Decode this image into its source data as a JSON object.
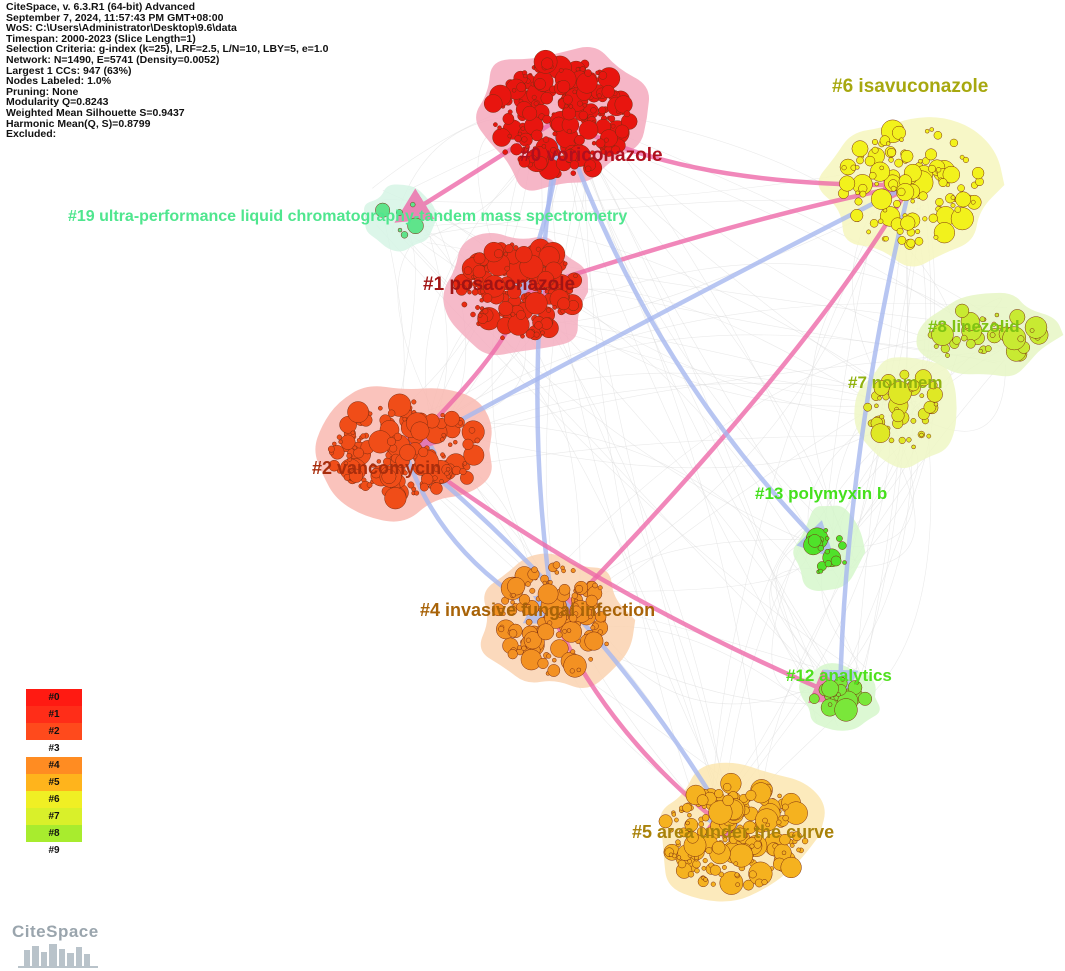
{
  "meta_lines": [
    "CiteSpace, v. 6.3.R1 (64-bit) Advanced",
    "September 7, 2024, 11:57:43 PM GMT+08:00",
    "WoS: C:\\Users\\Administrator\\Desktop\\9.6\\data",
    "Timespan: 2000-2023 (Slice Length=1)",
    "Selection Criteria: g-index (k=25), LRF=2.5, L/N=10, LBY=5, e=1.0",
    "Network: N=1490, E=5741 (Density=0.0052)",
    "Largest 1 CCs: 947 (63%)",
    "Nodes Labeled: 1.0%",
    "Pruning: None",
    "Modularity Q=0.8243",
    "Weighted Mean Silhouette S=0.9437",
    "Harmonic Mean(Q, S)=0.8799",
    "Excluded:"
  ],
  "clusters": [
    {
      "id": "0",
      "label": "#0 voriconazole",
      "label_color": "#b0101e",
      "hull_color": "#f4a9bd",
      "node_color": "#e8150f",
      "count": 230,
      "spread": [
        70,
        58
      ]
    },
    {
      "id": "1",
      "label": "#1 posaconazole",
      "label_color": "#a11414",
      "hull_color": "#f4aebf",
      "node_color": "#ea2a12",
      "count": 170,
      "spread": [
        60,
        48
      ]
    },
    {
      "id": "2",
      "label": "#2 vancomycin",
      "label_color": "#a82d0c",
      "hull_color": "#f9b9b0",
      "node_color": "#f04d18",
      "count": 190,
      "spread": [
        75,
        50
      ]
    },
    {
      "id": "4",
      "label": "#4 invasive fungal infection",
      "label_color": "#a86308",
      "hull_color": "#fad2b0",
      "node_color": "#f39122",
      "count": 140,
      "spread": [
        60,
        55
      ]
    },
    {
      "id": "5",
      "label": "#5 area under the curve",
      "label_color": "#a9820a",
      "hull_color": "#fbe6b0",
      "node_color": "#f5b21f",
      "count": 190,
      "spread": [
        72,
        52
      ]
    },
    {
      "id": "6",
      "label": "#6 isavuconazole",
      "label_color": "#a7a80f",
      "hull_color": "#f6f6bd",
      "node_color": "#f2f21c",
      "count": 130,
      "spread": [
        70,
        60
      ]
    },
    {
      "id": "7",
      "label": "#7 nonmem",
      "label_color": "#91b20f",
      "hull_color": "#eef7c4",
      "node_color": "#dfe825",
      "count": 45,
      "spread": [
        40,
        40
      ]
    },
    {
      "id": "8",
      "label": "#8 linezolid",
      "label_color": "#7fc312",
      "hull_color": "#e6f6c4",
      "node_color": "#c8ea32",
      "count": 40,
      "spread": [
        55,
        28
      ]
    },
    {
      "id": "12",
      "label": "#12 analytics",
      "label_color": "#4fe01d",
      "hull_color": "#d6f7cb",
      "node_color": "#7ae73a",
      "count": 22,
      "spread": [
        26,
        20
      ]
    },
    {
      "id": "13",
      "label": "#13 polymyxin b",
      "label_color": "#45e01c",
      "hull_color": "#d6f7cb",
      "node_color": "#4fe22a",
      "count": 18,
      "spread": [
        18,
        30
      ]
    },
    {
      "id": "19",
      "label": "#19 ultra-performance liquid chromatography-tandem mass spectrometry",
      "label_color": "#4fe68e",
      "hull_color": "#d6f5e5",
      "node_color": "#5fe48b",
      "count": 6,
      "spread": [
        22,
        18
      ]
    }
  ],
  "legend": [
    {
      "label": "#0",
      "color": "#ff1a12"
    },
    {
      "label": "#1",
      "color": "#ff2d18"
    },
    {
      "label": "#2",
      "color": "#ff4a1c"
    },
    {
      "label": "#3",
      "color": "#ffffff"
    },
    {
      "label": "#4",
      "color": "#ff8c22"
    },
    {
      "label": "#5",
      "color": "#ffb41c"
    },
    {
      "label": "#6",
      "color": "#f0ef24"
    },
    {
      "label": "#7",
      "color": "#d9f02a"
    },
    {
      "label": "#8",
      "color": "#a8ec2e"
    },
    {
      "label": "#9",
      "color": "#ffffff"
    }
  ],
  "logo_text": "CiteSpace",
  "colors": {
    "arrow_pink": "#ee6aa9",
    "arrow_blue": "#a7b8f0"
  }
}
